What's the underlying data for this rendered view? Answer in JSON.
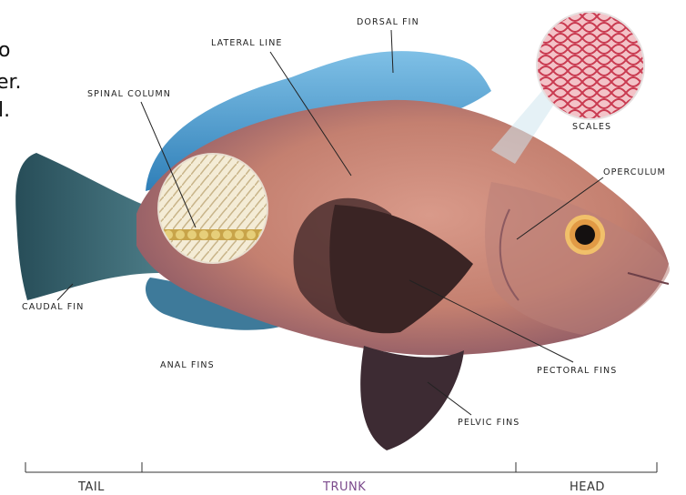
{
  "clipped_text": [
    "o",
    "er.",
    "l."
  ],
  "labels": {
    "dorsal_fin": "DORSAL FIN",
    "lateral_line": "LATERAL LINE",
    "spinal_column": "SPINAL COLUMN",
    "scales": "SCALES",
    "operculum": "OPERCULUM",
    "caudal_fin": "CAUDAL FIN",
    "anal_fins": "ANAL FINS",
    "pectoral_fins": "PECTORAL FINS",
    "pelvic_fins": "PELVIC FINS"
  },
  "sections": {
    "tail": "TAIL",
    "trunk": "TRUNK",
    "head": "HEAD"
  },
  "colors": {
    "body": "#c98a78",
    "belly": "#d9a190",
    "fin_blue": "#3e8fc4",
    "fin_dark": "#3a2424",
    "caudal": "#35606a",
    "trunk_text": "#7b4a8c",
    "scale_red": "#d04055"
  }
}
